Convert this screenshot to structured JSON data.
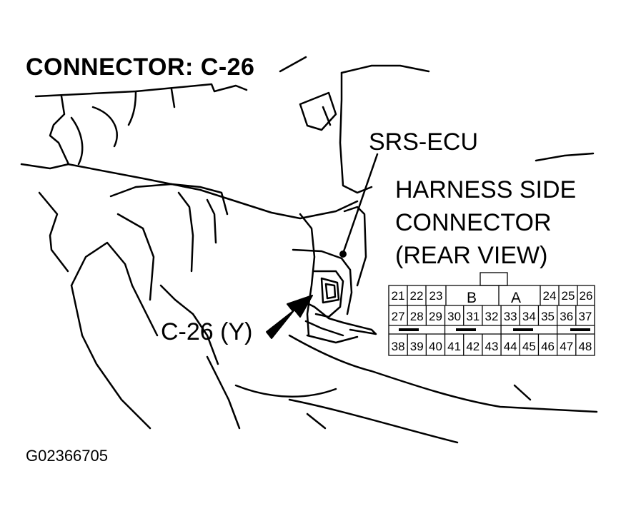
{
  "title": "CONNECTOR: C-26",
  "ecu_label": "SRS-ECU",
  "harness_lines": [
    "HARNESS SIDE",
    "CONNECTOR",
    "(REAR VIEW)"
  ],
  "callout": "C-26 (Y)",
  "figure_code": "G02366705",
  "connector": {
    "row1_left": [
      "21",
      "22",
      "23"
    ],
    "key_labels": [
      "B",
      "A"
    ],
    "row1_right": [
      "24",
      "25",
      "26"
    ],
    "row2": [
      "27",
      "28",
      "29",
      "30",
      "31",
      "32",
      "33",
      "34",
      "35",
      "36",
      "37"
    ],
    "row3": [
      "38",
      "39",
      "40",
      "41",
      "42",
      "43",
      "44",
      "45",
      "46",
      "47",
      "48"
    ]
  }
}
